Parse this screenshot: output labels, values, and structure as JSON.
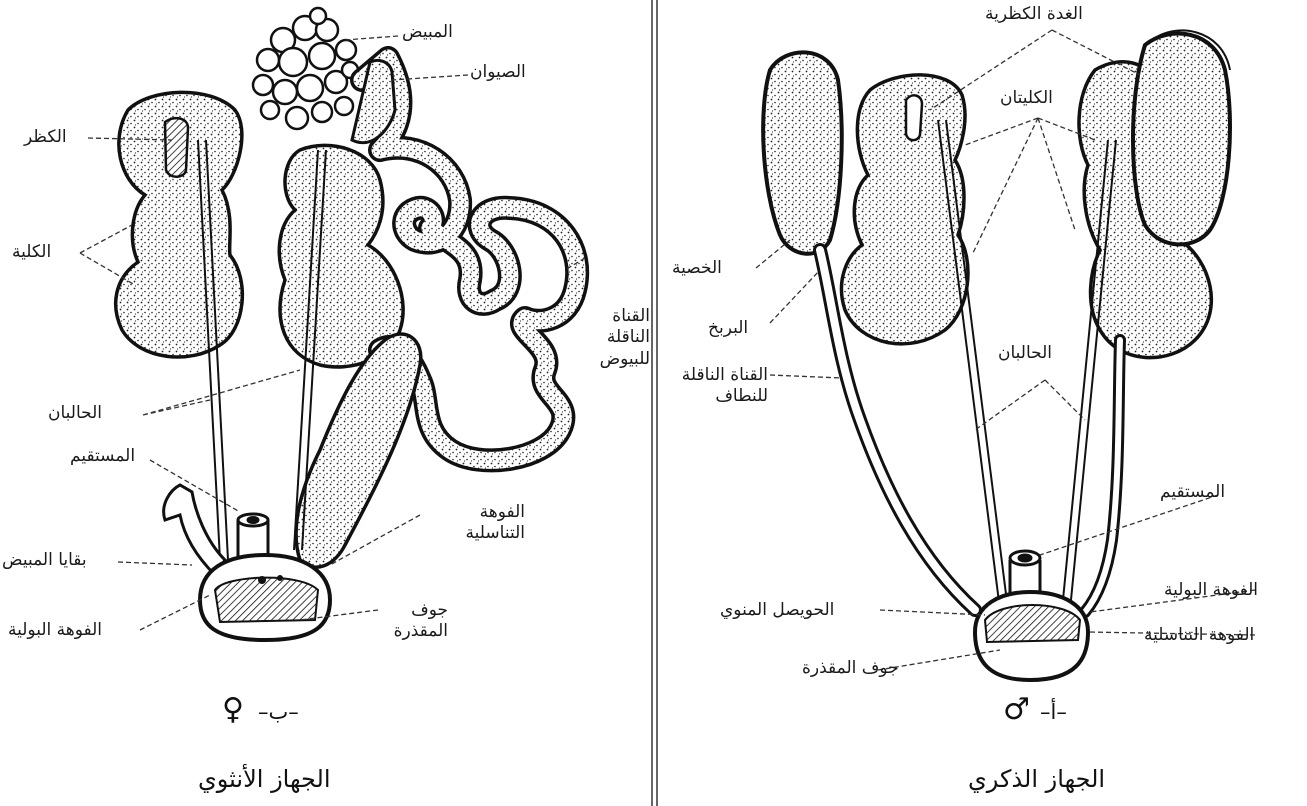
{
  "figure": {
    "female": {
      "caption": "الجهاز الأنثوي",
      "panel_letter": "–ب–",
      "symbol": "♀",
      "labels": {
        "ovary": "المبيض",
        "infundibulum": "الصيوان",
        "adrenal": "الكظر",
        "kidney": "الكلية",
        "oviduct_line1": "القناة",
        "oviduct_line2": "الناقلة",
        "oviduct_line3": "للبيوض",
        "ureters": "الحالبان",
        "rectum": "المستقيم",
        "genital_opening_line1": "الفوهة",
        "genital_opening_line2": "التناسلية",
        "ovary_remnant": "بقايا المبيض",
        "urinary_opening": "الفوهة البولية",
        "cloaca_line1": "جوف",
        "cloaca_line2": "المقذرة"
      }
    },
    "male": {
      "caption": "الجهاز الذكري",
      "panel_letter": "–أ–",
      "symbol": "♂",
      "labels": {
        "adrenal": "الغدة الكظرية",
        "kidneys": "الكليتان",
        "testis": "الخصية",
        "epididymis": "البربخ",
        "vas_deferens_line1": "القناة الناقلة",
        "vas_deferens_line2": "للنطاف",
        "ureters": "الحالبان",
        "rectum": "المستقيم",
        "urinary_opening": "الفوهة البولية",
        "seminal_vesicle": "الحويصل المنوي",
        "genital_opening": "الفوهة التناسلية",
        "cloaca": "جوف المقذرة"
      }
    }
  }
}
